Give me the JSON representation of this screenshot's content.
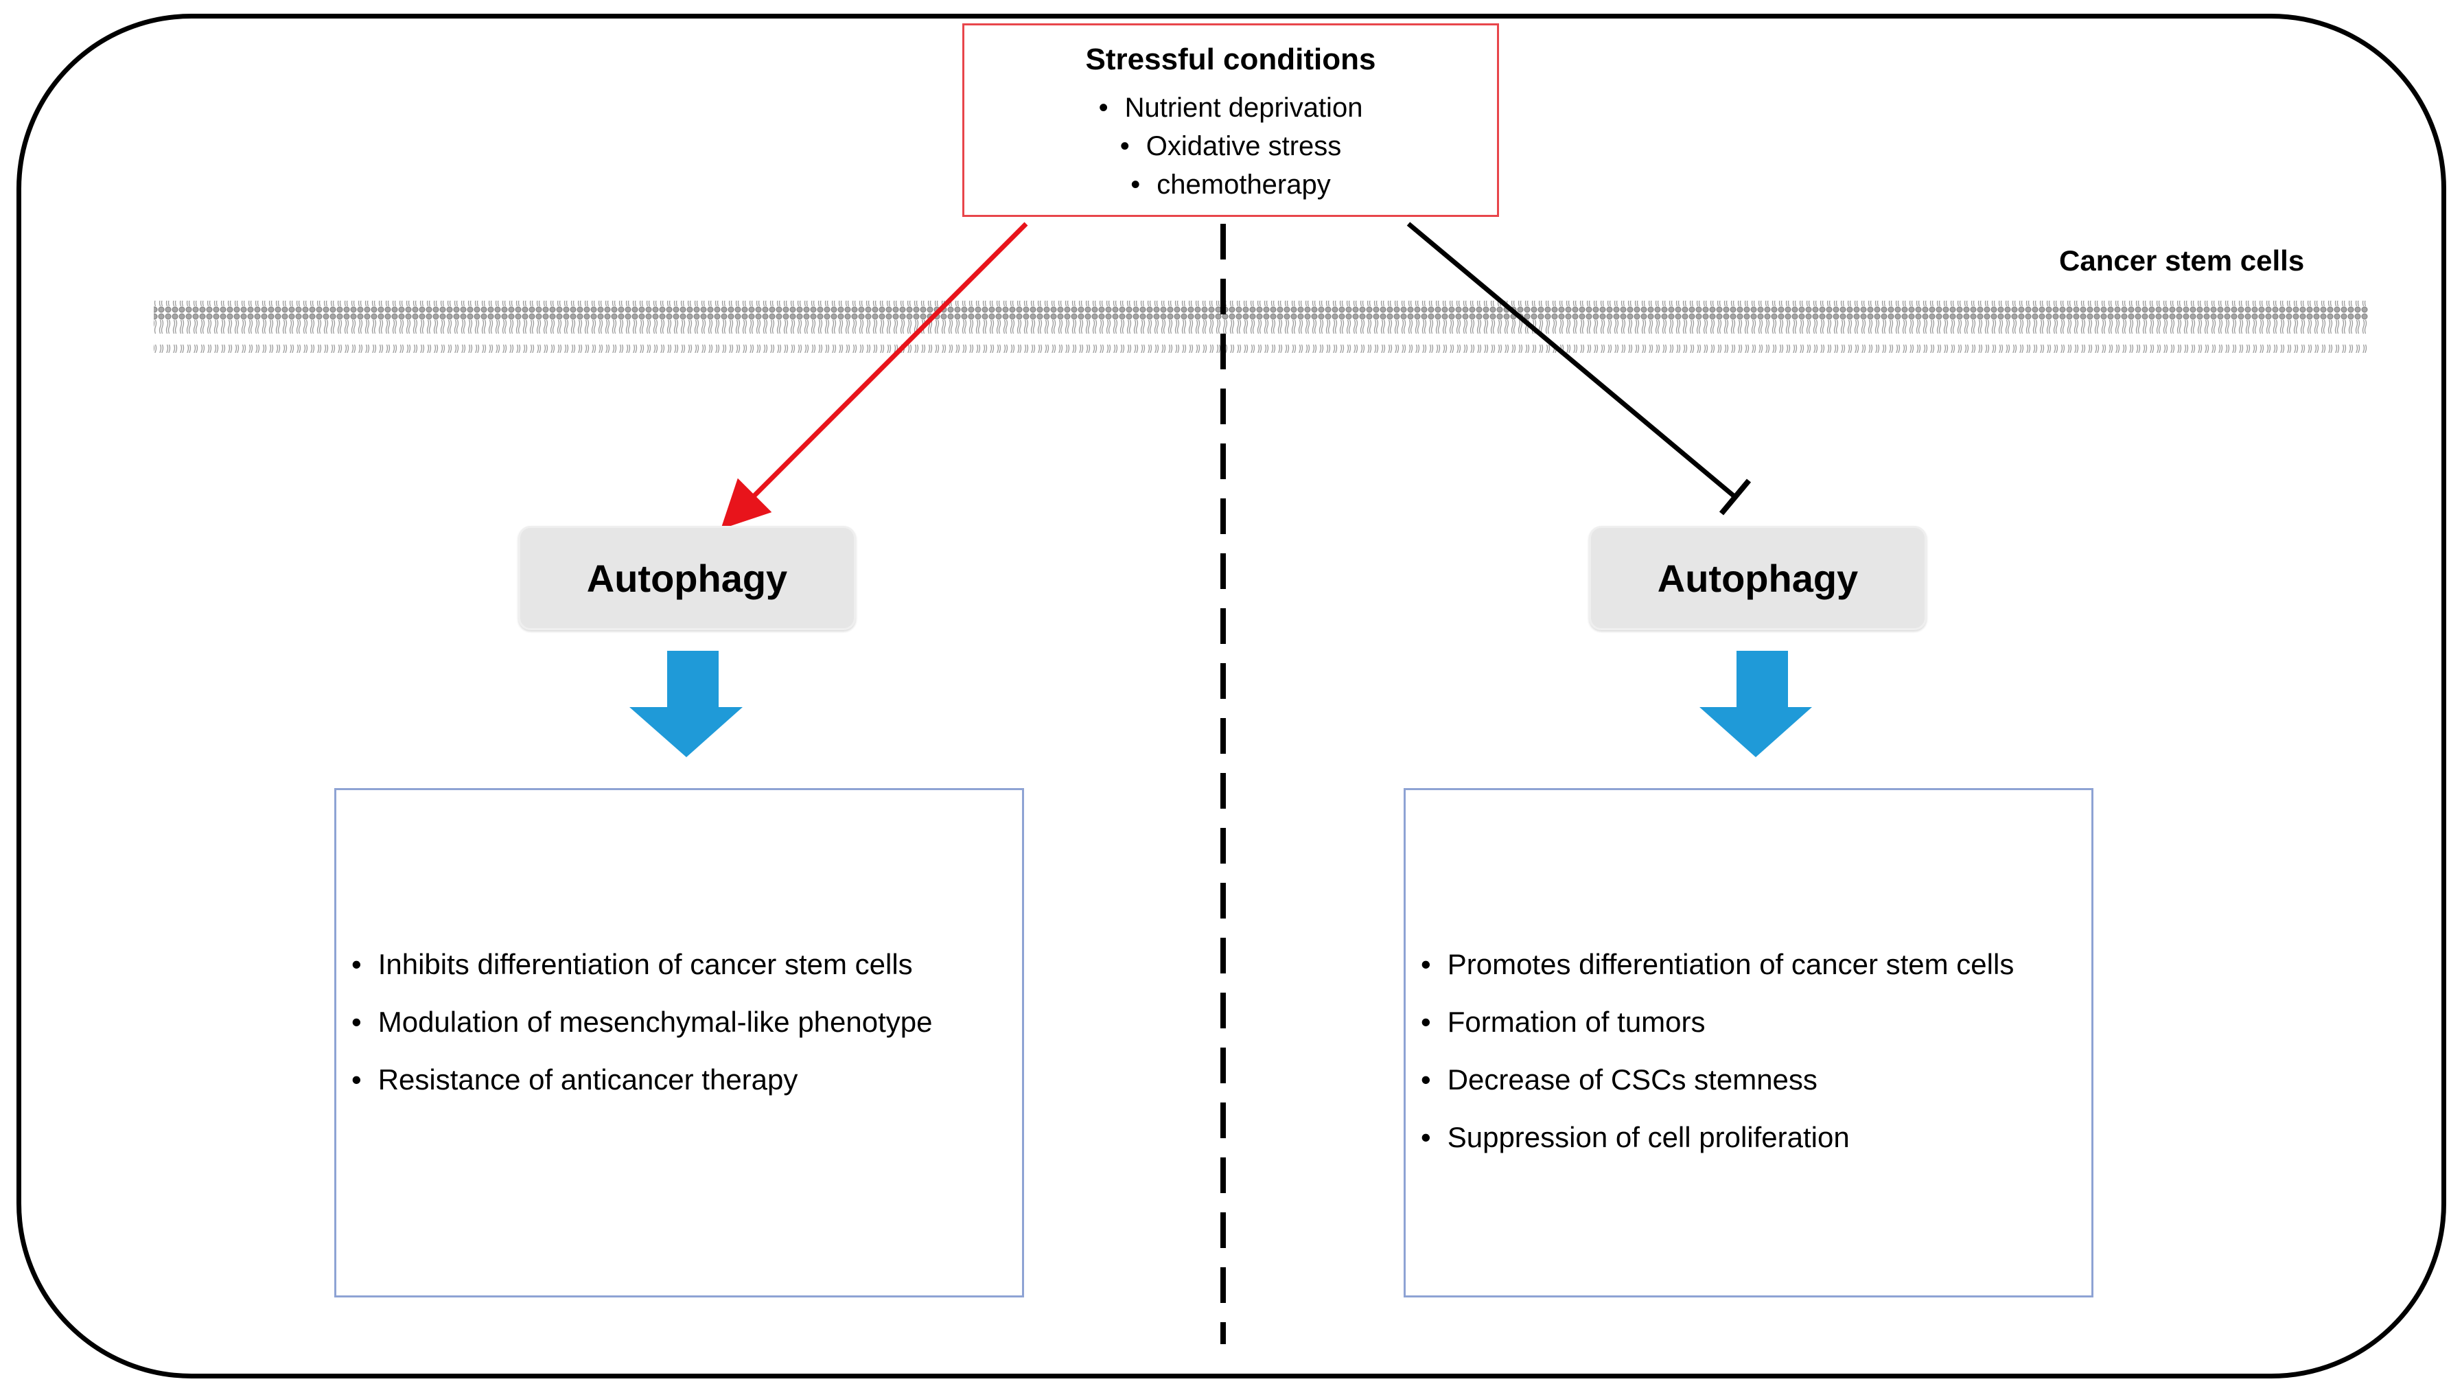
{
  "stress": {
    "title": "Stressful conditions",
    "items": [
      "Nutrient deprivation",
      "Oxidative stress",
      "chemotherapy"
    ]
  },
  "membrane_label": "Cancer stem cells",
  "left": {
    "node": "Autophagy",
    "effects": [
      "Inhibits differentiation of cancer stem cells",
      "Modulation of mesenchymal-like phenotype",
      "Resistance of anticancer therapy"
    ]
  },
  "right": {
    "node": "Autophagy",
    "effects": [
      "Promotes differentiation of cancer stem cells",
      "Formation of tumors",
      "Decrease of CSCs stemness",
      "Suppression of cell proliferation"
    ]
  },
  "colors": {
    "activation_arrow": "#e8141b",
    "inhibition_arrow": "#000000",
    "down_arrow": "#1f9ad8",
    "stress_box_border": "#e8464b",
    "outcome_box_border": "#8ea3d4",
    "autophagy_fill": "#e6e6e6",
    "membrane": "#a6a6a6"
  }
}
